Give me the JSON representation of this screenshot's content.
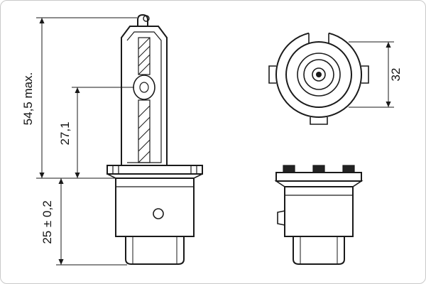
{
  "diagram": {
    "type": "technical-drawing",
    "subject": "Xenon headlight bulb dimensional drawing, side view and base views",
    "dimensions": {
      "total_height": "54,5 max.",
      "arc_center_height": "27,1",
      "base_height": "25 ± 0,2",
      "ring_diameter": "32"
    }
  },
  "colors": {
    "line": "#1a1a1a",
    "dim_line": "#1a1a1a",
    "border": "#c9c9c9",
    "background": "#ffffff"
  }
}
